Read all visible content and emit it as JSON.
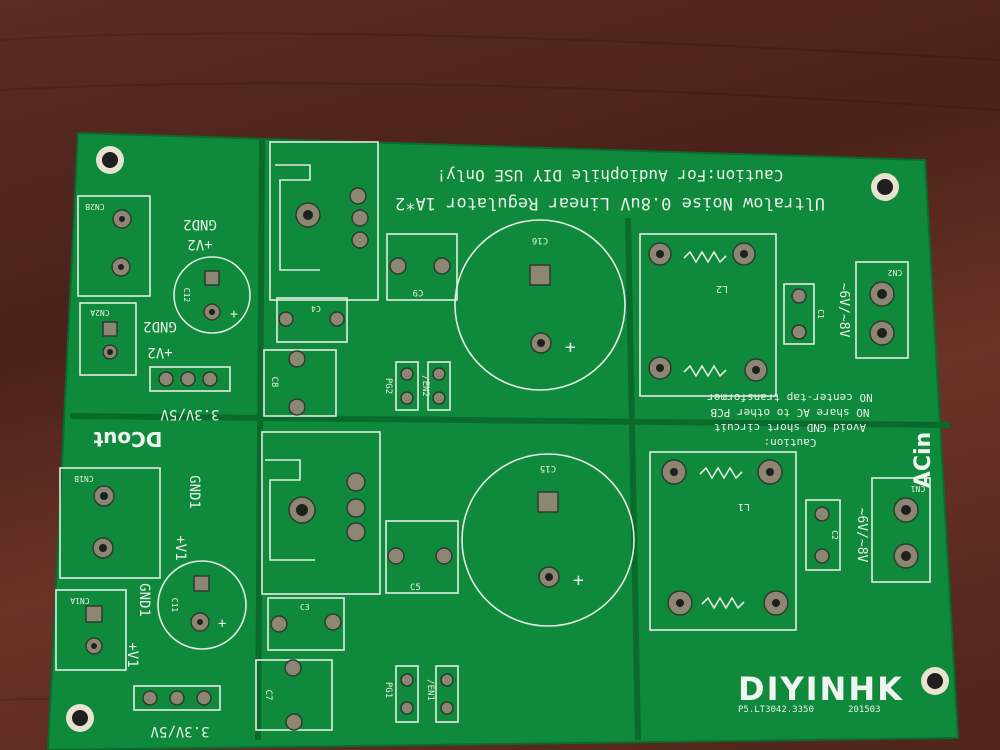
{
  "board": {
    "caution_main": "Caution:For Audiophile DIY USE Only!",
    "title": "Ultralow Noise 0.8uV Linear Regulator 1A*2",
    "brand": "DIYINHK",
    "part_number": "P5.LT3042.3350",
    "date_code": "201503",
    "dc_out": "DCout",
    "ac_in": "ACin",
    "caution_ac_title": "Caution:",
    "caution_ac_lines": [
      "Avoid GND short circuit",
      "NO share AC to other PCB",
      "NO center-tap transformer"
    ],
    "ac_voltage": "~6V/~8V",
    "rail_top_gnd": "GND2",
    "rail_top_v": "+V2",
    "rail_bot_gnd": "GND1",
    "rail_bot_v": "+V1",
    "jumper_label": "3.3V/5V",
    "labels": {
      "cn2b": "CN2B",
      "cn2a": "CN2A",
      "cn1b": "CN1B",
      "cn1a": "CN1A",
      "cn2": "CN2",
      "cn1": "CN1",
      "c16": "C16",
      "c15": "C15",
      "c12": "C12",
      "c11": "C11",
      "c9": "C9",
      "c5": "C5",
      "c4": "C4",
      "c3": "C3",
      "c8": "C8",
      "c7": "C7",
      "c1": "C1",
      "c2": "C2",
      "l1": "L1",
      "l2": "L2",
      "pg1": "PG1",
      "pg2": "PG2",
      "en1": "/EN1",
      "en2": "/EN2",
      "plus": "+"
    }
  }
}
